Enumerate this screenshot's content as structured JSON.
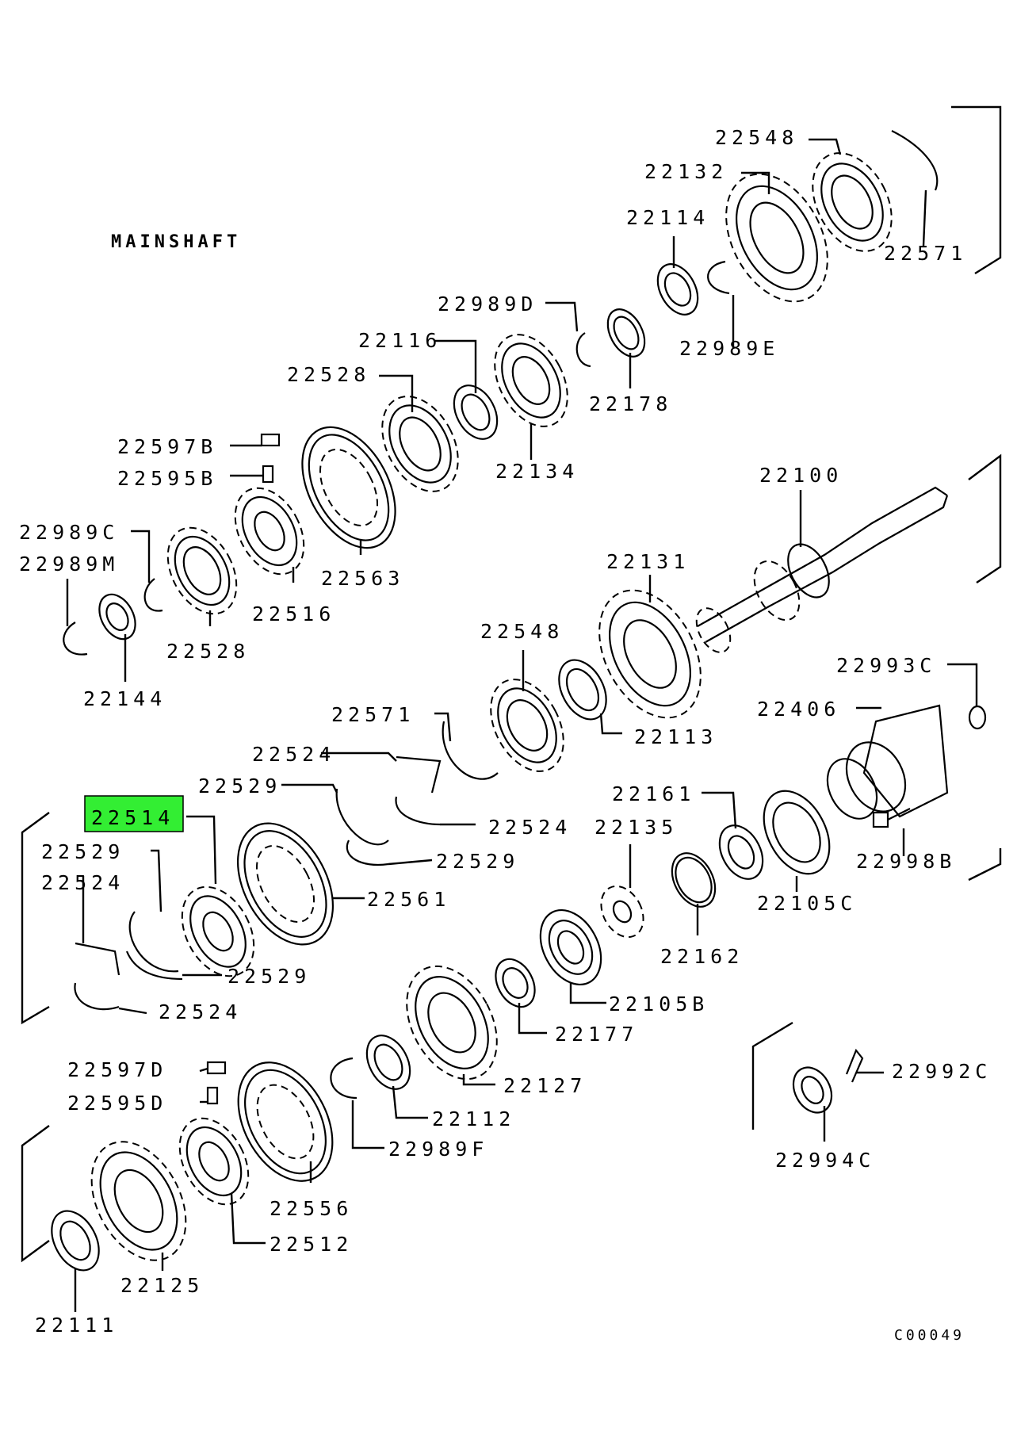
{
  "diagram": {
    "title": "MAINSHAFT",
    "figure_code": "C00049",
    "highlight_color": "#33ee33",
    "labels": [
      {
        "id": "22548-top",
        "text": "22548"
      },
      {
        "id": "22132",
        "text": "22132"
      },
      {
        "id": "22114",
        "text": "22114"
      },
      {
        "id": "22571-top",
        "text": "22571"
      },
      {
        "id": "22989D",
        "text": "22989D"
      },
      {
        "id": "22989E",
        "text": "22989E"
      },
      {
        "id": "22116",
        "text": "22116"
      },
      {
        "id": "22528-top",
        "text": "22528"
      },
      {
        "id": "22178",
        "text": "22178"
      },
      {
        "id": "22597B",
        "text": "22597B"
      },
      {
        "id": "22595B",
        "text": "22595B"
      },
      {
        "id": "22134",
        "text": "22134"
      },
      {
        "id": "22100",
        "text": "22100"
      },
      {
        "id": "22989C",
        "text": "22989C"
      },
      {
        "id": "22989M",
        "text": "22989M"
      },
      {
        "id": "22563",
        "text": "22563"
      },
      {
        "id": "22131",
        "text": "22131"
      },
      {
        "id": "22516",
        "text": "22516"
      },
      {
        "id": "22528-mid",
        "text": "22528"
      },
      {
        "id": "22548-mid",
        "text": "22548"
      },
      {
        "id": "22144",
        "text": "22144"
      },
      {
        "id": "22993C",
        "text": "22993C"
      },
      {
        "id": "22571-mid",
        "text": "22571"
      },
      {
        "id": "22406",
        "text": "22406"
      },
      {
        "id": "22113",
        "text": "22113"
      },
      {
        "id": "22524-a",
        "text": "22524"
      },
      {
        "id": "22529-a",
        "text": "22529"
      },
      {
        "id": "22161",
        "text": "22161"
      },
      {
        "id": "22514",
        "text": "22514"
      },
      {
        "id": "22524-b",
        "text": "22524"
      },
      {
        "id": "22135",
        "text": "22135"
      },
      {
        "id": "22529-b",
        "text": "22529"
      },
      {
        "id": "22998B",
        "text": "22998B"
      },
      {
        "id": "22529-c",
        "text": "22529"
      },
      {
        "id": "22561",
        "text": "22561"
      },
      {
        "id": "22524-c",
        "text": "22524"
      },
      {
        "id": "22105C",
        "text": "22105C"
      },
      {
        "id": "22162",
        "text": "22162"
      },
      {
        "id": "22529-d",
        "text": "22529"
      },
      {
        "id": "22105B",
        "text": "22105B"
      },
      {
        "id": "22524-d",
        "text": "22524"
      },
      {
        "id": "22177",
        "text": "22177"
      },
      {
        "id": "22597D",
        "text": "22597D"
      },
      {
        "id": "22992C",
        "text": "22992C"
      },
      {
        "id": "22127",
        "text": "22127"
      },
      {
        "id": "22595D",
        "text": "22595D"
      },
      {
        "id": "22112",
        "text": "22112"
      },
      {
        "id": "22989F",
        "text": "22989F"
      },
      {
        "id": "22994C",
        "text": "22994C"
      },
      {
        "id": "22556",
        "text": "22556"
      },
      {
        "id": "22512",
        "text": "22512"
      },
      {
        "id": "22125",
        "text": "22125"
      },
      {
        "id": "22111",
        "text": "22111"
      }
    ]
  }
}
